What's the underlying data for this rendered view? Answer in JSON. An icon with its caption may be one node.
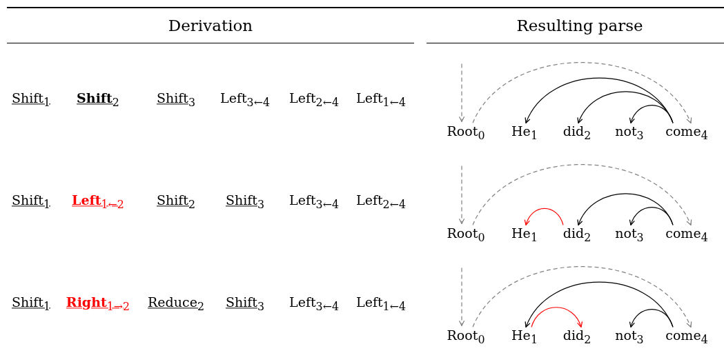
{
  "diagram": {
    "nodes": [
      {
        "text": [
          "Root$_{0}$"
        ]
      },
      {
        "text": [
          "He$_{1}$"
        ]
      },
      {
        "text": [
          "did$_{2}$"
        ]
      },
      {
        "text": [
          "not$_{3}$"
        ]
      },
      {
        "text": [
          "come$_{4}$"
        ]
      },
      {
        "text": [
          "Root$_{0}$"
        ]
      },
      {
        "text": [
          "He$_{1}$"
        ]
      },
      {
        "text": [
          "did$_{2}$"
        ]
      },
      {
        "text": [
          "not$_{3}$"
        ]
      },
      {
        "text": [
          "come$_{4}$"
        ]
      },
      {
        "text": [
          "Root$_{0}$"
        ]
      },
      {
        "text": [
          "He$_{1}$"
        ]
      },
      {
        "text": [
          "did$_{2}$"
        ]
      },
      {
        "text": [
          "not$_{3}$"
        ]
      },
      {
        "text": [
          "come$_{4}$"
        ]
      }
    ],
    "edges": [
      {
        "from": null,
        "to": 0,
        "arrow": "to",
        "style": "dashed",
        "color": "#808080"
      },
      {
        "from": 0,
        "to": 4,
        "arrow": "to",
        "style": "dashed",
        "color": "#808080"
      },
      {
        "from": 4,
        "to": 1,
        "arrow": "to"
      },
      {
        "from": 4,
        "to": 2,
        "arrow": "to"
      },
      {
        "from": 4,
        "to": 3,
        "arrow": "to"
      },
      {
        "from": null,
        "to": 5,
        "arrow": "to",
        "style": "dashed",
        "color": "#808080"
      },
      {
        "from": 5,
        "to": 9,
        "arrow": "to",
        "style": "dashed",
        "color": "#808080"
      },
      {
        "from": 7,
        "to": 6,
        "arrow": "to",
        "color": "#ff0000"
      },
      {
        "from": 9,
        "to": 7,
        "arrow": "to"
      },
      {
        "from": 9,
        "to": 8,
        "arrow": "to"
      },
      {
        "from": null,
        "to": 10,
        "arrow": "to",
        "style": "dashed",
        "color": "#808080"
      },
      {
        "from": 10,
        "to": 14,
        "arrow": "to",
        "style": "dashed",
        "color": "#808080"
      },
      {
        "from": 14,
        "to": 11,
        "arrow": "to"
      },
      {
        "from": 11,
        "to": 12,
        "arrow": "to",
        "color": "#ff0000"
      },
      {
        "from": 14,
        "to": 13,
        "arrow": "to"
      }
    ],
    "labels": [
      "Derivation",
      "Resulting parse",
      "Shift$_{1}$",
      "**Shift**$_{2}$",
      "Shift$_{3}$",
      "Left$_{3←4}$",
      "Left$_{2←4}$",
      "Left$_{1←4}$",
      "Shift$_{1}$",
      "**Left**$_{1←2}$",
      "Shift$_{2}$",
      "Shift$_{3}$",
      "Left$_{3←4}$",
      "Left$_{2←4}$",
      "Shift$_{1}$",
      "**Right**$_{1→2}$",
      "Reduce$_{2}$",
      "Shift$_{3}$",
      "Left$_{3←4}$",
      "Left$_{1←4}$"
    ]
  }
}
